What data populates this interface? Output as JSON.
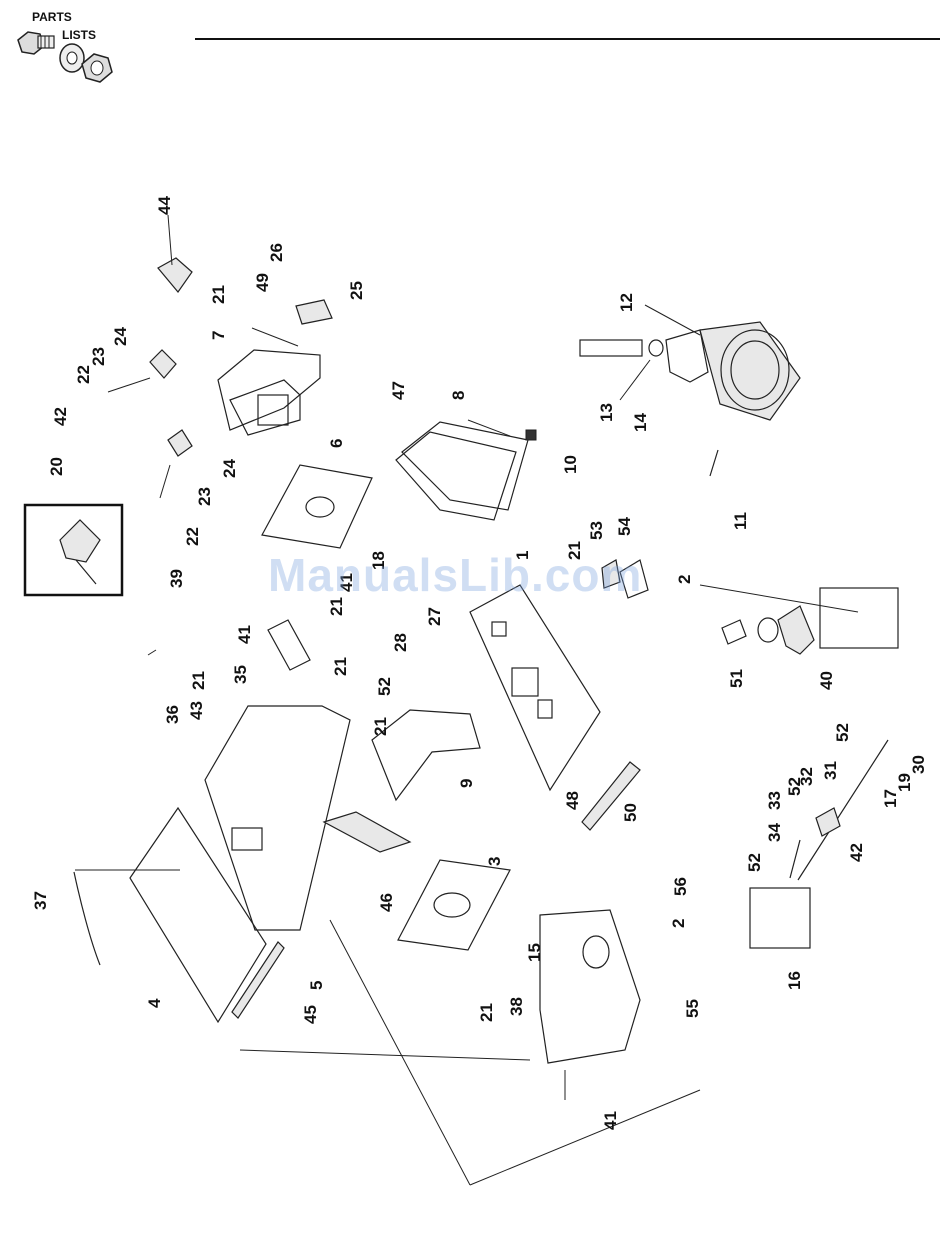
{
  "header": {
    "logo_line1": "PARTS",
    "logo_line2": "LISTS"
  },
  "watermark": "ManualsLib.com",
  "callouts": {
    "c44": "44",
    "c26": "26",
    "c49": "49",
    "c25": "25",
    "c21a": "21",
    "c7": "7",
    "c24a": "24",
    "c23a": "23",
    "c22a": "22",
    "c42a": "42",
    "c20": "20",
    "c24b": "24",
    "c23b": "23",
    "c22b": "22",
    "c39": "39",
    "c6": "6",
    "c18": "18",
    "c41a": "41",
    "c21b": "21",
    "c47": "47",
    "c8": "8",
    "c10": "10",
    "c12": "12",
    "c13": "13",
    "c14": "14",
    "c11": "11",
    "c53": "53",
    "c54": "54",
    "c21c": "21",
    "c1": "1",
    "c2a": "2",
    "c27": "27",
    "c28": "28",
    "c52a": "52",
    "c21d": "21",
    "c21e": "21",
    "c41b": "41",
    "c35": "35",
    "c43": "43",
    "c36": "36",
    "c21f": "21",
    "c51": "51",
    "c40": "40",
    "c9": "9",
    "c48": "48",
    "c50": "50",
    "c52b": "52",
    "c30": "30",
    "c19": "19",
    "c31": "31",
    "c32": "32",
    "c17": "17",
    "c33": "33",
    "c52c": "52",
    "c34": "34",
    "c52d": "52",
    "c42b": "42",
    "c37": "37",
    "c46": "46",
    "c3": "3",
    "c56": "56",
    "c2b": "2",
    "c15": "15",
    "c16": "16",
    "c4": "4",
    "c5": "5",
    "c45": "45",
    "c21g": "21",
    "c38": "38",
    "c55": "55",
    "c41c": "41"
  }
}
